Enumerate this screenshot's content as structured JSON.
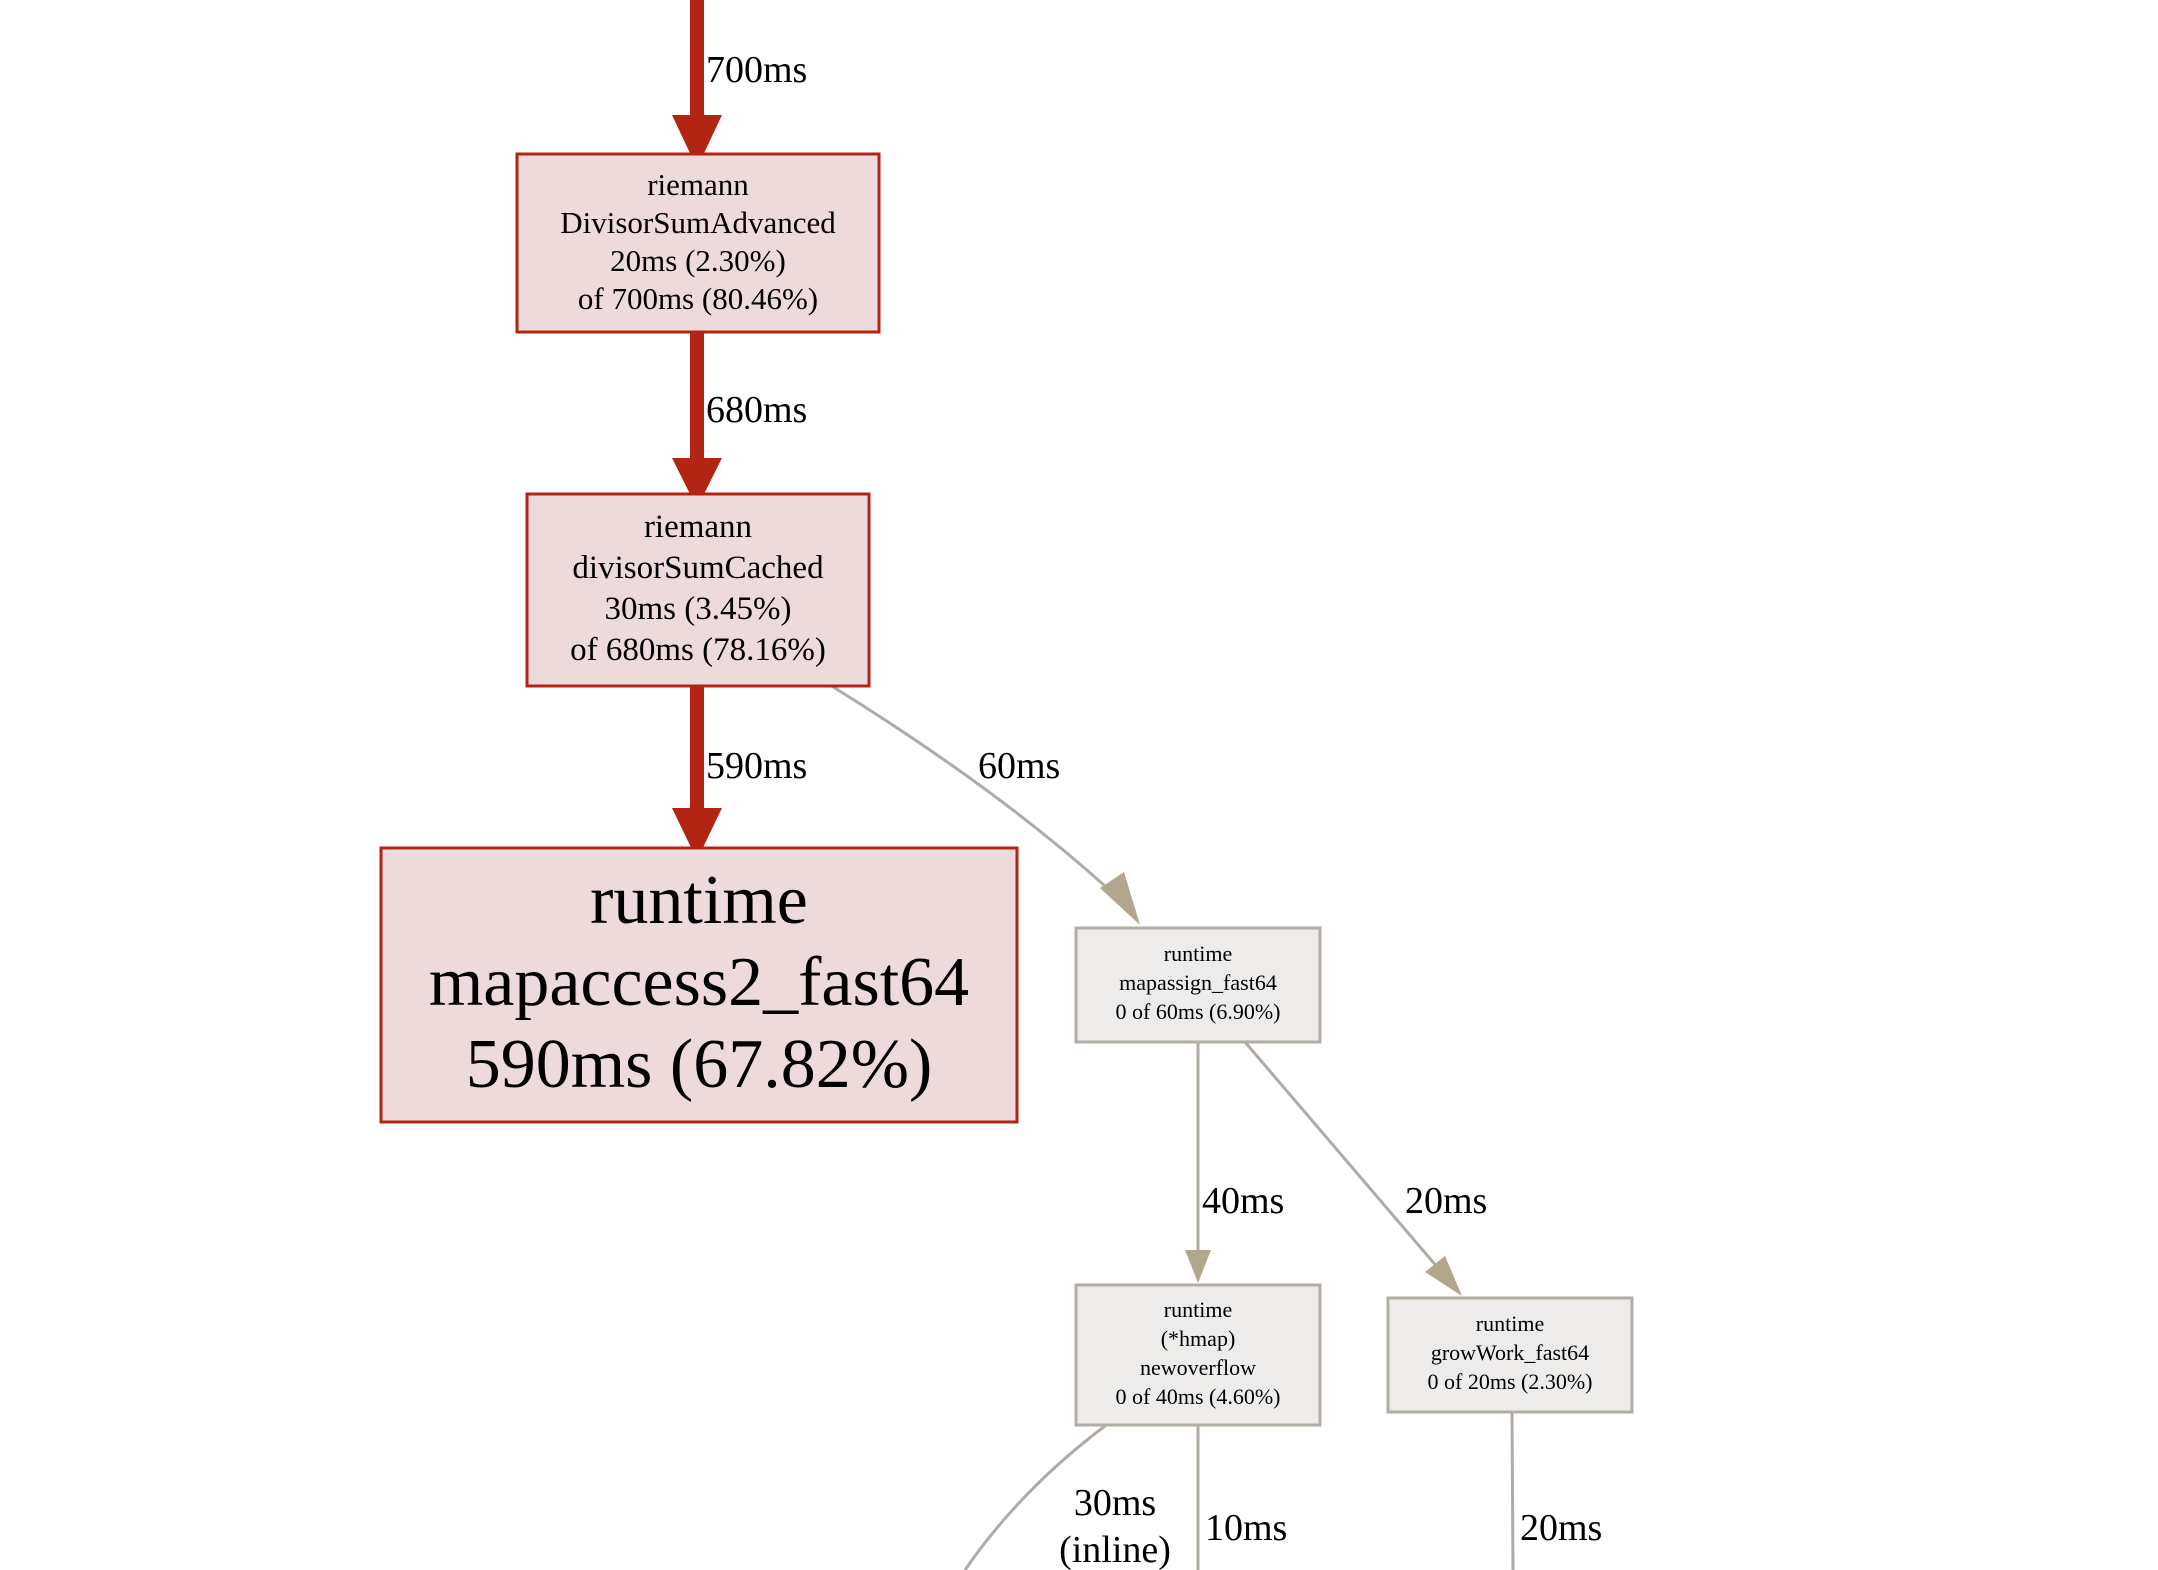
{
  "colors": {
    "hot_edge": "#b22513",
    "hot_fill": "#eddbdb",
    "hot_border": "#b22513",
    "cool_edge": "#b2a68c",
    "cool_node_edge": "#b0aca3",
    "cool_fill": "#edecea",
    "cool_border": "#b3ada4"
  },
  "nodes": {
    "divisor_sum_advanced": {
      "lines": [
        "riemann",
        "DivisorSumAdvanced",
        "20ms (2.30%)",
        "of 700ms (80.46%)"
      ]
    },
    "divisor_sum_cached": {
      "lines": [
        "riemann",
        "divisorSumCached",
        "30ms (3.45%)",
        "of 680ms (78.16%)"
      ]
    },
    "mapaccess2_fast64": {
      "lines": [
        "runtime",
        "mapaccess2_fast64",
        "590ms (67.82%)"
      ]
    },
    "mapassign_fast64": {
      "lines": [
        "runtime",
        "mapassign_fast64",
        "0 of 60ms (6.90%)"
      ]
    },
    "hmap_newoverflow": {
      "lines": [
        "runtime",
        "(*hmap)",
        "newoverflow",
        "0 of 40ms (4.60%)"
      ]
    },
    "growwork_fast64": {
      "lines": [
        "runtime",
        "growWork_fast64",
        "0 of 20ms (2.30%)"
      ]
    }
  },
  "edges": {
    "into_advanced": "700ms",
    "advanced_to_cached": "680ms",
    "cached_to_mapaccess": "590ms",
    "cached_to_mapassign": "60ms",
    "mapassign_to_newoverflow": "40ms",
    "mapassign_to_growwork": "20ms",
    "newoverflow_out_inline": [
      "30ms",
      "(inline)"
    ],
    "newoverflow_out": "10ms",
    "growwork_out": "20ms"
  }
}
